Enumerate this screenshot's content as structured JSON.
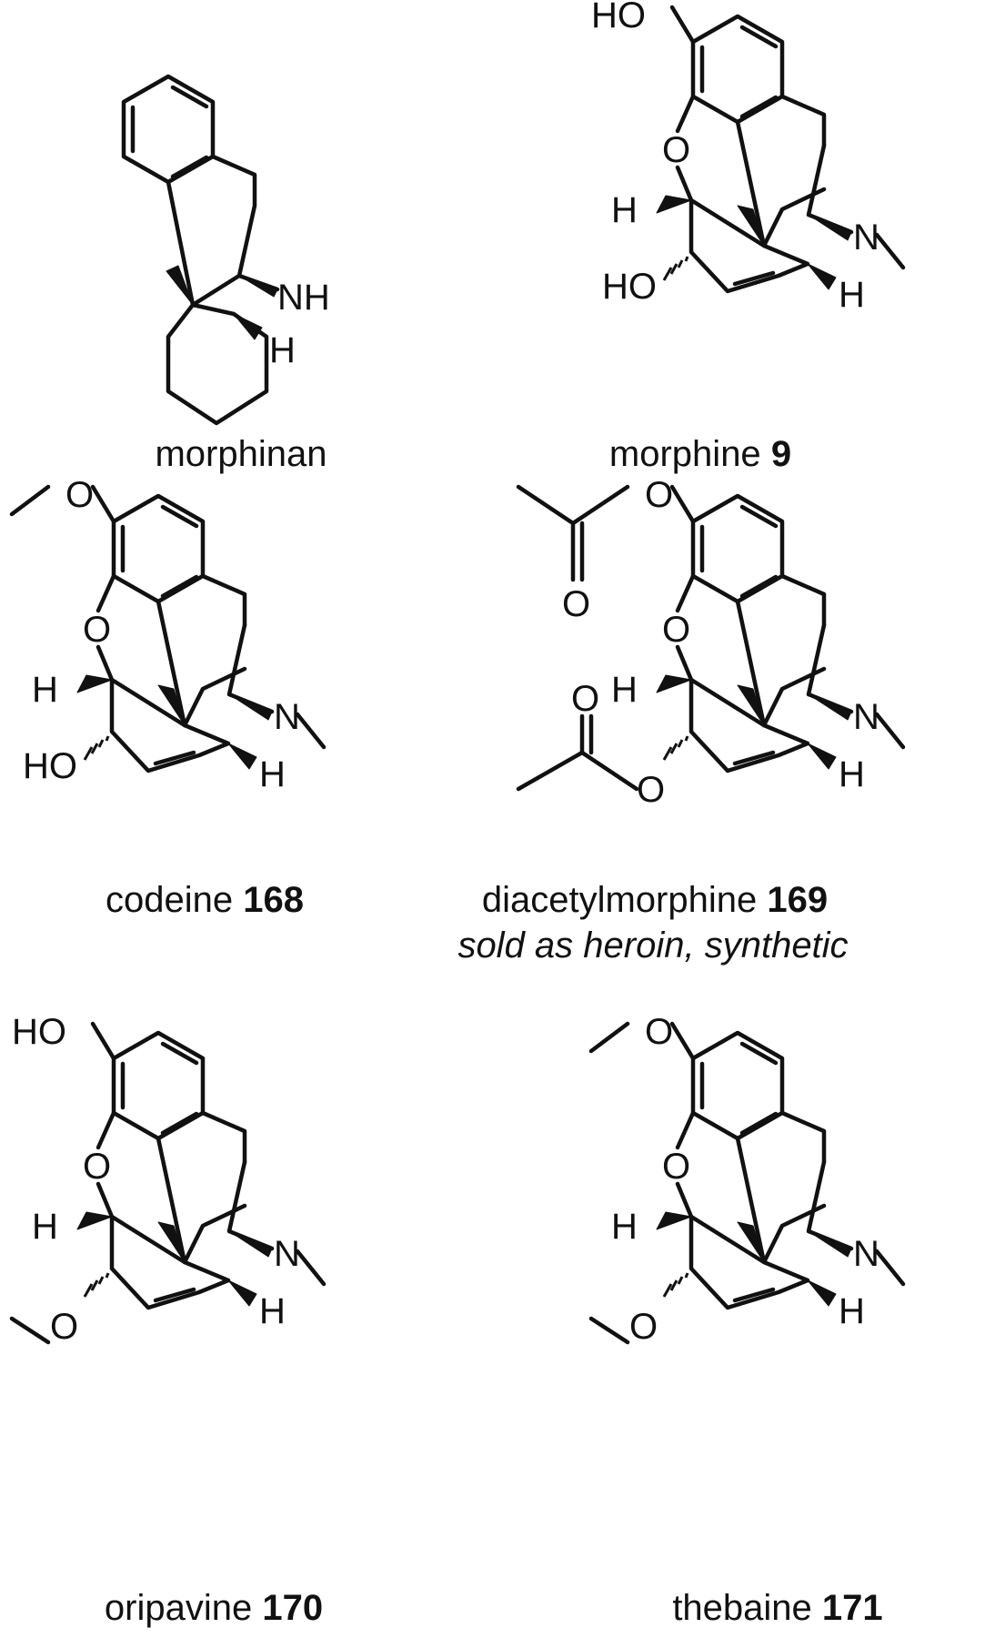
{
  "figure": {
    "compounds": [
      {
        "id": "morphinan",
        "name": "morphinan",
        "number": "",
        "note": "",
        "label_amine": "NH",
        "label_h_ring": "H"
      },
      {
        "id": "morphine",
        "name": "morphine",
        "number": "9",
        "note": "",
        "label_phenol": "HO",
        "label_ether": "O",
        "label_h_ether": "H",
        "label_h_ring": "H",
        "label_alcohol": "HO",
        "label_amine": "N"
      },
      {
        "id": "codeine",
        "name": "codeine",
        "number": "168",
        "note": "",
        "label_methoxy": "O",
        "label_ether": "O",
        "label_h_ether": "H",
        "label_h_ring": "H",
        "label_alcohol": "HO",
        "label_amine": "N"
      },
      {
        "id": "diacetylmorphine",
        "name": "diacetylmorphine",
        "number": "169",
        "note": "sold as heroin, synthetic",
        "label_ester_o_top": "O",
        "label_carbonyl_top": "O",
        "label_ether": "O",
        "label_h_ether": "H",
        "label_h_ring": "H",
        "label_carbonyl_bottom": "O",
        "label_ester_o_bottom": "O",
        "label_amine": "N"
      },
      {
        "id": "oripavine",
        "name": "oripavine",
        "number": "170",
        "note": "",
        "label_phenol": "HO",
        "label_ether": "O",
        "label_h_ether": "H",
        "label_h_ring": "H",
        "label_methoxy_c6": "O",
        "label_amine": "N"
      },
      {
        "id": "thebaine",
        "name": "thebaine",
        "number": "171",
        "note": "",
        "label_methoxy": "O",
        "label_ether": "O",
        "label_h_ether": "H",
        "label_h_ring": "H",
        "label_methoxy_c6": "O",
        "label_amine": "N"
      }
    ]
  }
}
